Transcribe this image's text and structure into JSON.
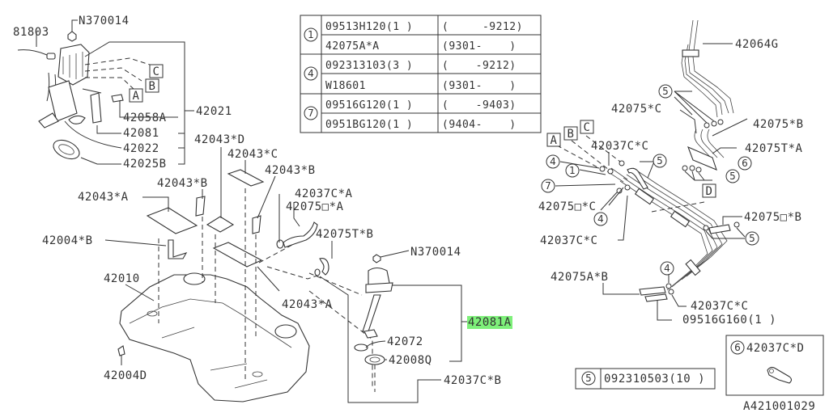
{
  "diagram": {
    "highlight_color": "#7ef07a",
    "figure_id": "A421001029",
    "table": {
      "groups": [
        {
          "ref": "1",
          "rows": [
            {
              "part": "09513H120(1 )",
              "range": "(     -9212)"
            },
            {
              "part": "42075A*A",
              "range": "(9301-    )"
            }
          ]
        },
        {
          "ref": "4",
          "rows": [
            {
              "part": "092313103(3 )",
              "range": "(    -9212)"
            },
            {
              "part": "W18601",
              "range": "(9301-    )"
            }
          ]
        },
        {
          "ref": "7",
          "rows": [
            {
              "part": "09516G120(1 )",
              "range": "(    -9403)"
            },
            {
              "part": "0951BG120(1 )",
              "range": "(9404-    )"
            }
          ]
        }
      ]
    },
    "pump_assembly": {
      "labels": {
        "n370014": "N370014",
        "p81803": "81803",
        "p42058a": "42058A",
        "p42021": "42021",
        "p42081": "42081",
        "p42022": "42022",
        "p42025b": "42025B"
      },
      "connectors": [
        "C",
        "B",
        "A"
      ]
    },
    "tank": {
      "labels": {
        "p42043d": "42043*D",
        "p42043c": "42043*C",
        "p42043b_right": "42043*B",
        "p42043b_left": "42043*B",
        "p42043a_top": "42043*A",
        "p42004b": "42004*B",
        "p42010": "42010",
        "p42004d": "42004D",
        "p42043a_bottom": "42043*A",
        "p42037ca": "42037C*A",
        "p42075oa": "42075□*A",
        "p42075tb": "42075T*B"
      }
    },
    "sender": {
      "labels": {
        "n370014": "N370014",
        "p42081a": "42081A",
        "p42072": "42072",
        "p42008q": "42008Q",
        "p42037cb": "42037C*B"
      }
    },
    "lines": {
      "labels": {
        "p42064g": "42064G",
        "p42075c": "42075*C",
        "p42075b": "42075*B",
        "p42075ta": "42075T*A",
        "p42037cc_top": "42037C*C",
        "p42075oc": "42075□*C",
        "p42037cc_mid": "42037C*C",
        "p42075ob": "42075□*B",
        "p42075ab": "42075A*B",
        "p42037cc_bottom": "42037C*C",
        "p09516g160": "09516G160(1 )"
      },
      "connectors": [
        "A",
        "B",
        "C",
        "D"
      ],
      "refs": [
        "5",
        "6",
        "4",
        "1",
        "7",
        "5",
        "4",
        "5",
        "4"
      ]
    },
    "legend_5": {
      "ref": "5",
      "part": "092310503(10 )"
    },
    "legend_6": {
      "ref": "6",
      "part": "42037C*D"
    }
  }
}
